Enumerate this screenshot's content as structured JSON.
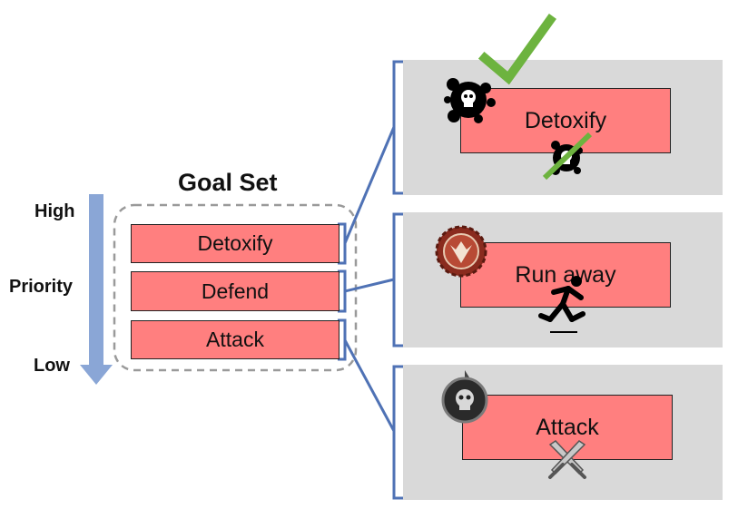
{
  "priority": {
    "high": "High",
    "label": "Priority",
    "low": "Low"
  },
  "goal_set": {
    "title": "Goal Set",
    "goals": [
      "Detoxify",
      "Defend",
      "Attack"
    ]
  },
  "panels": [
    {
      "label": "Detoxify",
      "badge_icon": "poison-skull-icon",
      "action_icon": "poison-cured-icon",
      "completed": true
    },
    {
      "label": "Run away",
      "badge_icon": "defend-emblem-icon",
      "action_icon": "running-figure-icon"
    },
    {
      "label": "Attack",
      "badge_icon": "skull-shield-icon",
      "action_icon": "crossed-swords-icon"
    }
  ],
  "colors": {
    "goal_fill": "#ff7f7f",
    "panel_bg": "#d9d9d9",
    "connector": "#4f72b5",
    "arrow": "#8aa6d6",
    "check": "#6db33f"
  }
}
